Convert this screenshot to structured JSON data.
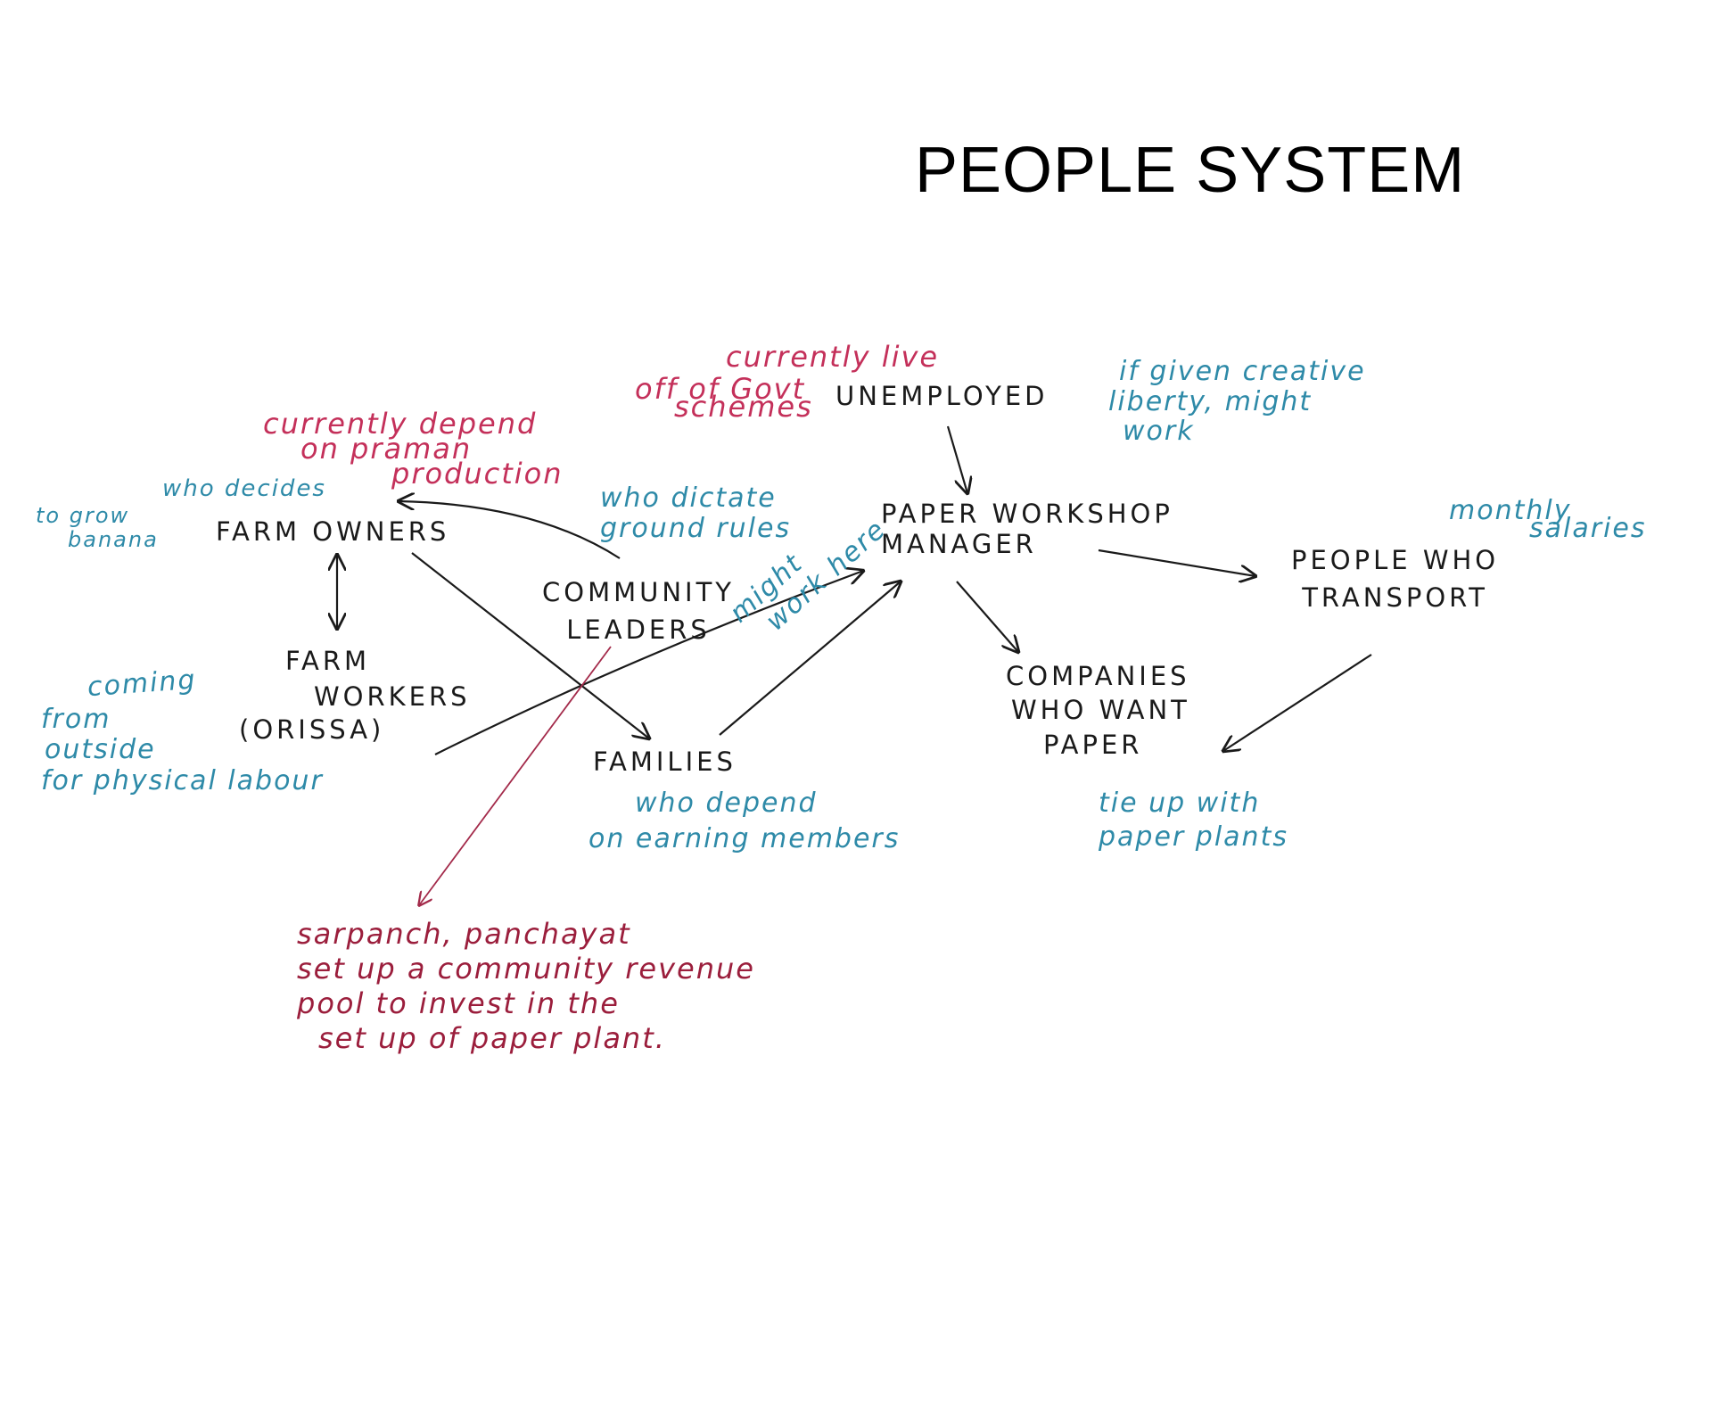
{
  "title": "PEOPLE SYSTEM",
  "colors": {
    "node_text": "#1a1a1a",
    "blue_annotation": "#2e8aa8",
    "red_annotation": "#c4305a",
    "maroon_annotation": "#9b1e3c",
    "arrow": "#1a1a1a",
    "red_arrow": "#a32a4a"
  },
  "nodes": {
    "unemployed": "UNEMPLOYED",
    "farm_owners": "FARM OWNERS",
    "community_leaders": [
      "COMMUNITY",
      "LEADERS"
    ],
    "paper_workshop_manager": [
      "PAPER WORKSHOP",
      "MANAGER"
    ],
    "people_who_transport": [
      "PEOPLE WHO",
      "TRANSPORT"
    ],
    "farm_workers": [
      "FARM",
      "WORKERS",
      "(ORISSA)"
    ],
    "families": "FAMILIES",
    "companies_who_want_paper": [
      "COMPANIES",
      "WHO WANT",
      "PAPER"
    ]
  },
  "annotations": {
    "unemployed_note": [
      "currently live",
      "off of Govt",
      "schemes"
    ],
    "creative_note": [
      "if given creative",
      "liberty, might",
      "work"
    ],
    "farm_owners_depend": [
      "currently depend",
      "on praman",
      "production"
    ],
    "who_decides": "who decides",
    "to_grow_banana": [
      "to grow",
      "banana"
    ],
    "ground_rules": [
      "who dictate",
      "ground rules"
    ],
    "monthly_salaries": [
      "monthly",
      "salaries"
    ],
    "coming_from": "coming",
    "from_outside": [
      "from",
      "outside",
      "for physical labour"
    ],
    "might_work_here": [
      "might",
      "work here"
    ],
    "families_depend": [
      "who depend",
      "on earning members"
    ],
    "tie_up": [
      "tie up with",
      "paper plants"
    ],
    "sarpanch": [
      "sarpanch, panchayat",
      "set up a community revenue",
      "pool to invest in the",
      "set up of paper plant."
    ]
  }
}
